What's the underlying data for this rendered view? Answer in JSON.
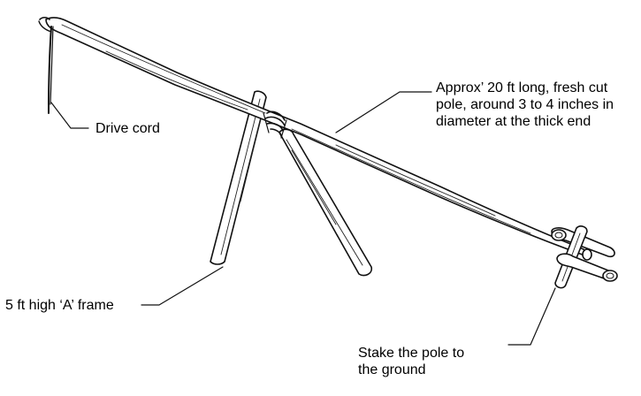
{
  "colors": {
    "ink": "#111111",
    "wood_light": "#ffffff",
    "background": "#ffffff"
  },
  "annotations": {
    "pole": {
      "line1": "Approx’ 20 ft long, fresh cut",
      "line2": "pole, around 3 to 4 inches in",
      "line3": "diameter at the thick end"
    },
    "drive_cord": {
      "line1": "Drive cord"
    },
    "a_frame": {
      "line1": "5 ft high ‘A’ frame"
    },
    "stake": {
      "line1": "Stake the pole to",
      "line2": "the ground"
    }
  }
}
